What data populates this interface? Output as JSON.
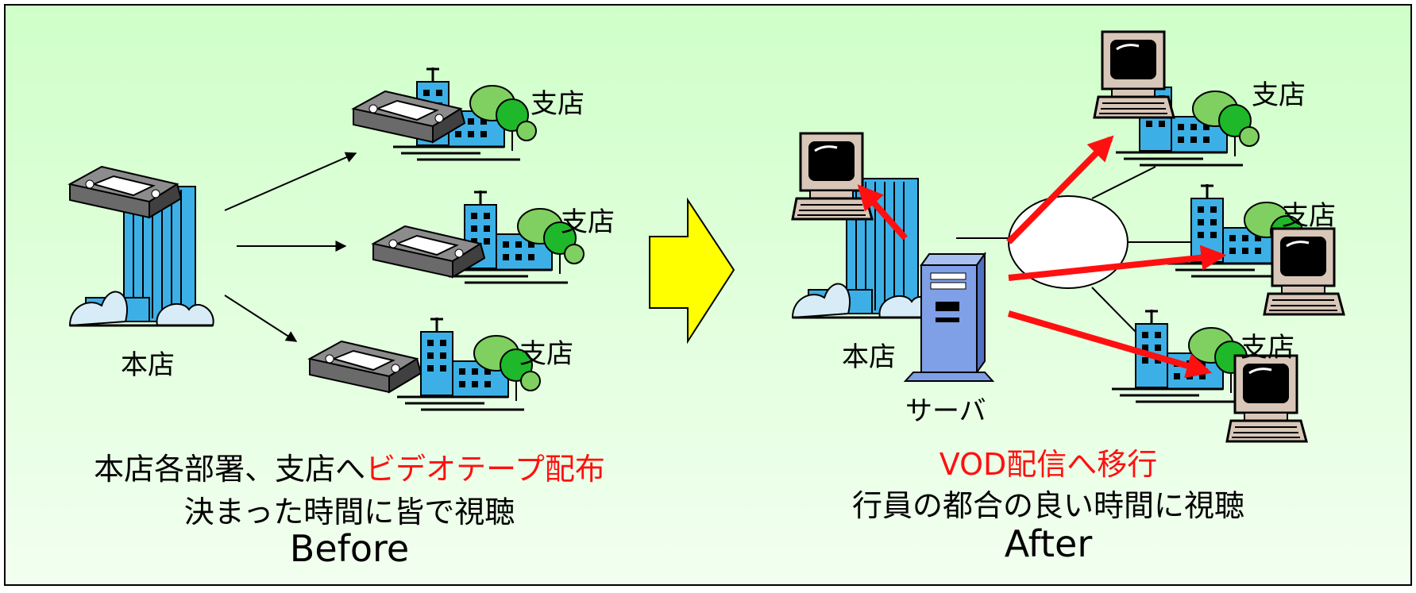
{
  "colors": {
    "background_top": "#cfffc8",
    "background_bottom": "#f2fff0",
    "building": "#3cb0e6",
    "tree": "#1fb82a",
    "tree_light": "#7fd060",
    "cassette": "#8c8c8c",
    "monitor": "#d8c6b8",
    "server": "#7f9fe6",
    "accent_red": "#ff1010",
    "arrow_yellow": "#ffff00"
  },
  "before": {
    "head_office_label": "本店",
    "branch_label": "支店",
    "caption_line1_part1": "本店各部署、支店へ",
    "caption_line1_part2": "ビデオテープ配布",
    "caption_line2": "決まった時間に皆で視聴",
    "title": "Before"
  },
  "after": {
    "head_office_label": "本店",
    "server_label": "サーバ",
    "branch_label": "支店",
    "caption_line1": "VOD配信へ移行",
    "caption_line2": "行員の都合の良い時間に視聴",
    "title": "After"
  }
}
